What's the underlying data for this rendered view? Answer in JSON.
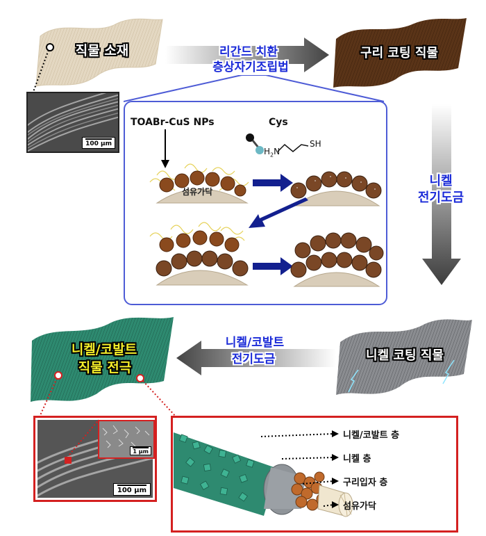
{
  "labels": {
    "fabric_raw": "직물 소재",
    "process_top_line1": "리간드 치환",
    "process_top_line2": "층상자기조립법",
    "copper_fabric": "구리 코팅 직물",
    "nickel_plating_line1": "니켈",
    "nickel_plating_line2": "전기도금",
    "nickel_fabric": "니켈 코팅 직물",
    "nico_plating_line1": "니켈/코발트",
    "nico_plating_line2": "전기도금",
    "nico_electrode_line1": "니켈/코발트",
    "nico_electrode_line2": "직물 전극",
    "toabr": "TOABr-CuS NPs",
    "cys": "Cys",
    "h2n": "H",
    "h2n_sub": "2",
    "h2n_n": "N",
    "sh": "SH",
    "fiber_bundle": "섬유가닥",
    "scale_100um_top": "100 μm",
    "scale_1um": "1 μm",
    "scale_100um_bottom": "100 μm",
    "legend_nico_layer": "니켈/코발트 층",
    "legend_ni_layer": "니켈 층",
    "legend_cu_layer": "구리입자 층",
    "legend_fiber": "섬유가닥"
  },
  "colors": {
    "blue_arrow": "#13208f",
    "frame_blue": "#4d5bd6",
    "red_frame": "#d42020",
    "copper": "#5a3418",
    "teal": "#2e8a70"
  }
}
